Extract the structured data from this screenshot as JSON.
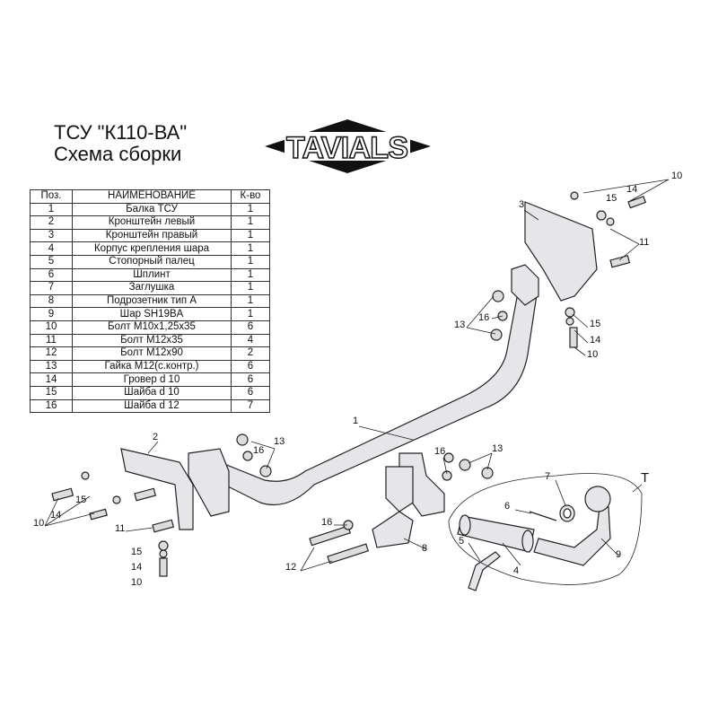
{
  "title": {
    "line1": "ТСУ  \"К110-ВА\"",
    "line2": "Схема сборки"
  },
  "logo": {
    "text": "TAVIALS"
  },
  "table": {
    "headers": [
      "Поз.",
      "НАИМЕНОВАНИЕ",
      "К-во"
    ],
    "rows": [
      [
        "1",
        "Балка ТСУ",
        "1"
      ],
      [
        "2",
        "Кронштейн левый",
        "1"
      ],
      [
        "3",
        "Кронштейн правый",
        "1"
      ],
      [
        "4",
        "Корпус крепления шара",
        "1"
      ],
      [
        "5",
        "Стопорный палец",
        "1"
      ],
      [
        "6",
        "Шплинт",
        "1"
      ],
      [
        "7",
        "Заглушка",
        "1"
      ],
      [
        "8",
        "Подрозетник тип А",
        "1"
      ],
      [
        "9",
        "Шар SH19BA",
        "1"
      ],
      [
        "10",
        "Болт М10х1,25х35",
        "6"
      ],
      [
        "11",
        "Болт М12х35",
        "4"
      ],
      [
        "12",
        "Болт М12х90",
        "2"
      ],
      [
        "13",
        "Гайка М12(с.контр.)",
        "6"
      ],
      [
        "14",
        "Гровер d 10",
        "6"
      ],
      [
        "15",
        "Шайба d 10",
        "6"
      ],
      [
        "16",
        "Шайба d 12",
        "7"
      ]
    ]
  },
  "callouts": [
    "10",
    "15",
    "14",
    "11",
    "3",
    "13",
    "16",
    "15",
    "14",
    "10",
    "1",
    "2",
    "16",
    "13",
    "16",
    "13",
    "7",
    "T",
    "6",
    "15",
    "14",
    "10",
    "11",
    "16",
    "5",
    "4",
    "8",
    "9",
    "15",
    "14",
    "10",
    "12"
  ]
}
